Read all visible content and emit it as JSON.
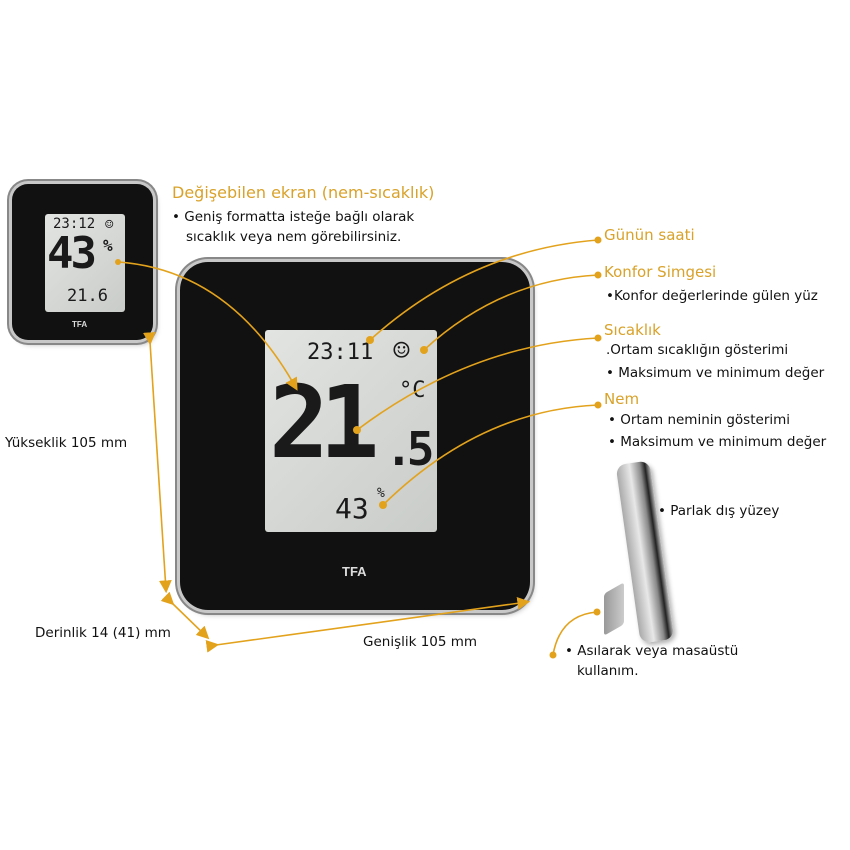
{
  "small_device": {
    "time": "23:12",
    "humidity": "43",
    "humidity_unit": "%",
    "temp": "21.6",
    "logo": "TFA"
  },
  "main_device": {
    "time": "23:11",
    "temp_int": "21",
    "temp_dec": ".5",
    "temp_unit": "°C",
    "humidity": "43",
    "humidity_unit": "%",
    "logo": "TFA"
  },
  "callouts": {
    "changeable_display": {
      "title": "Değişebilen ekran (nem-sıcaklık)",
      "lines": [
        "• Geniş formatta isteğe bağlı olarak",
        "sıcaklık veya nem görebilirsiniz."
      ]
    },
    "time_of_day": {
      "title": "Günün saati"
    },
    "comfort_icon": {
      "title": "Konfor Simgesi",
      "bullets": [
        "•Konfor değerlerinde gülen yüz"
      ]
    },
    "temperature": {
      "title": "Sıcaklık",
      "bullets": [
        ".Ortam sıcaklığın gösterimi",
        "• Maksimum ve minimum değer"
      ]
    },
    "humidity": {
      "title": "Nem",
      "bullets": [
        "• Ortam neminin gösterimi",
        "• Maksimum ve minimum değer"
      ]
    },
    "surface": {
      "text": "• Parlak dış yüzey"
    },
    "mounting": {
      "lines": [
        "• Asılarak veya masaüstü",
        "kullanım."
      ]
    }
  },
  "dimensions": {
    "height": "Yükseklik 105 mm",
    "depth": "Derinlik 14 (41) mm",
    "width": "Genişlik 105 mm"
  },
  "colors": {
    "accent": "#d9a22a",
    "line": "#e3a21c"
  }
}
